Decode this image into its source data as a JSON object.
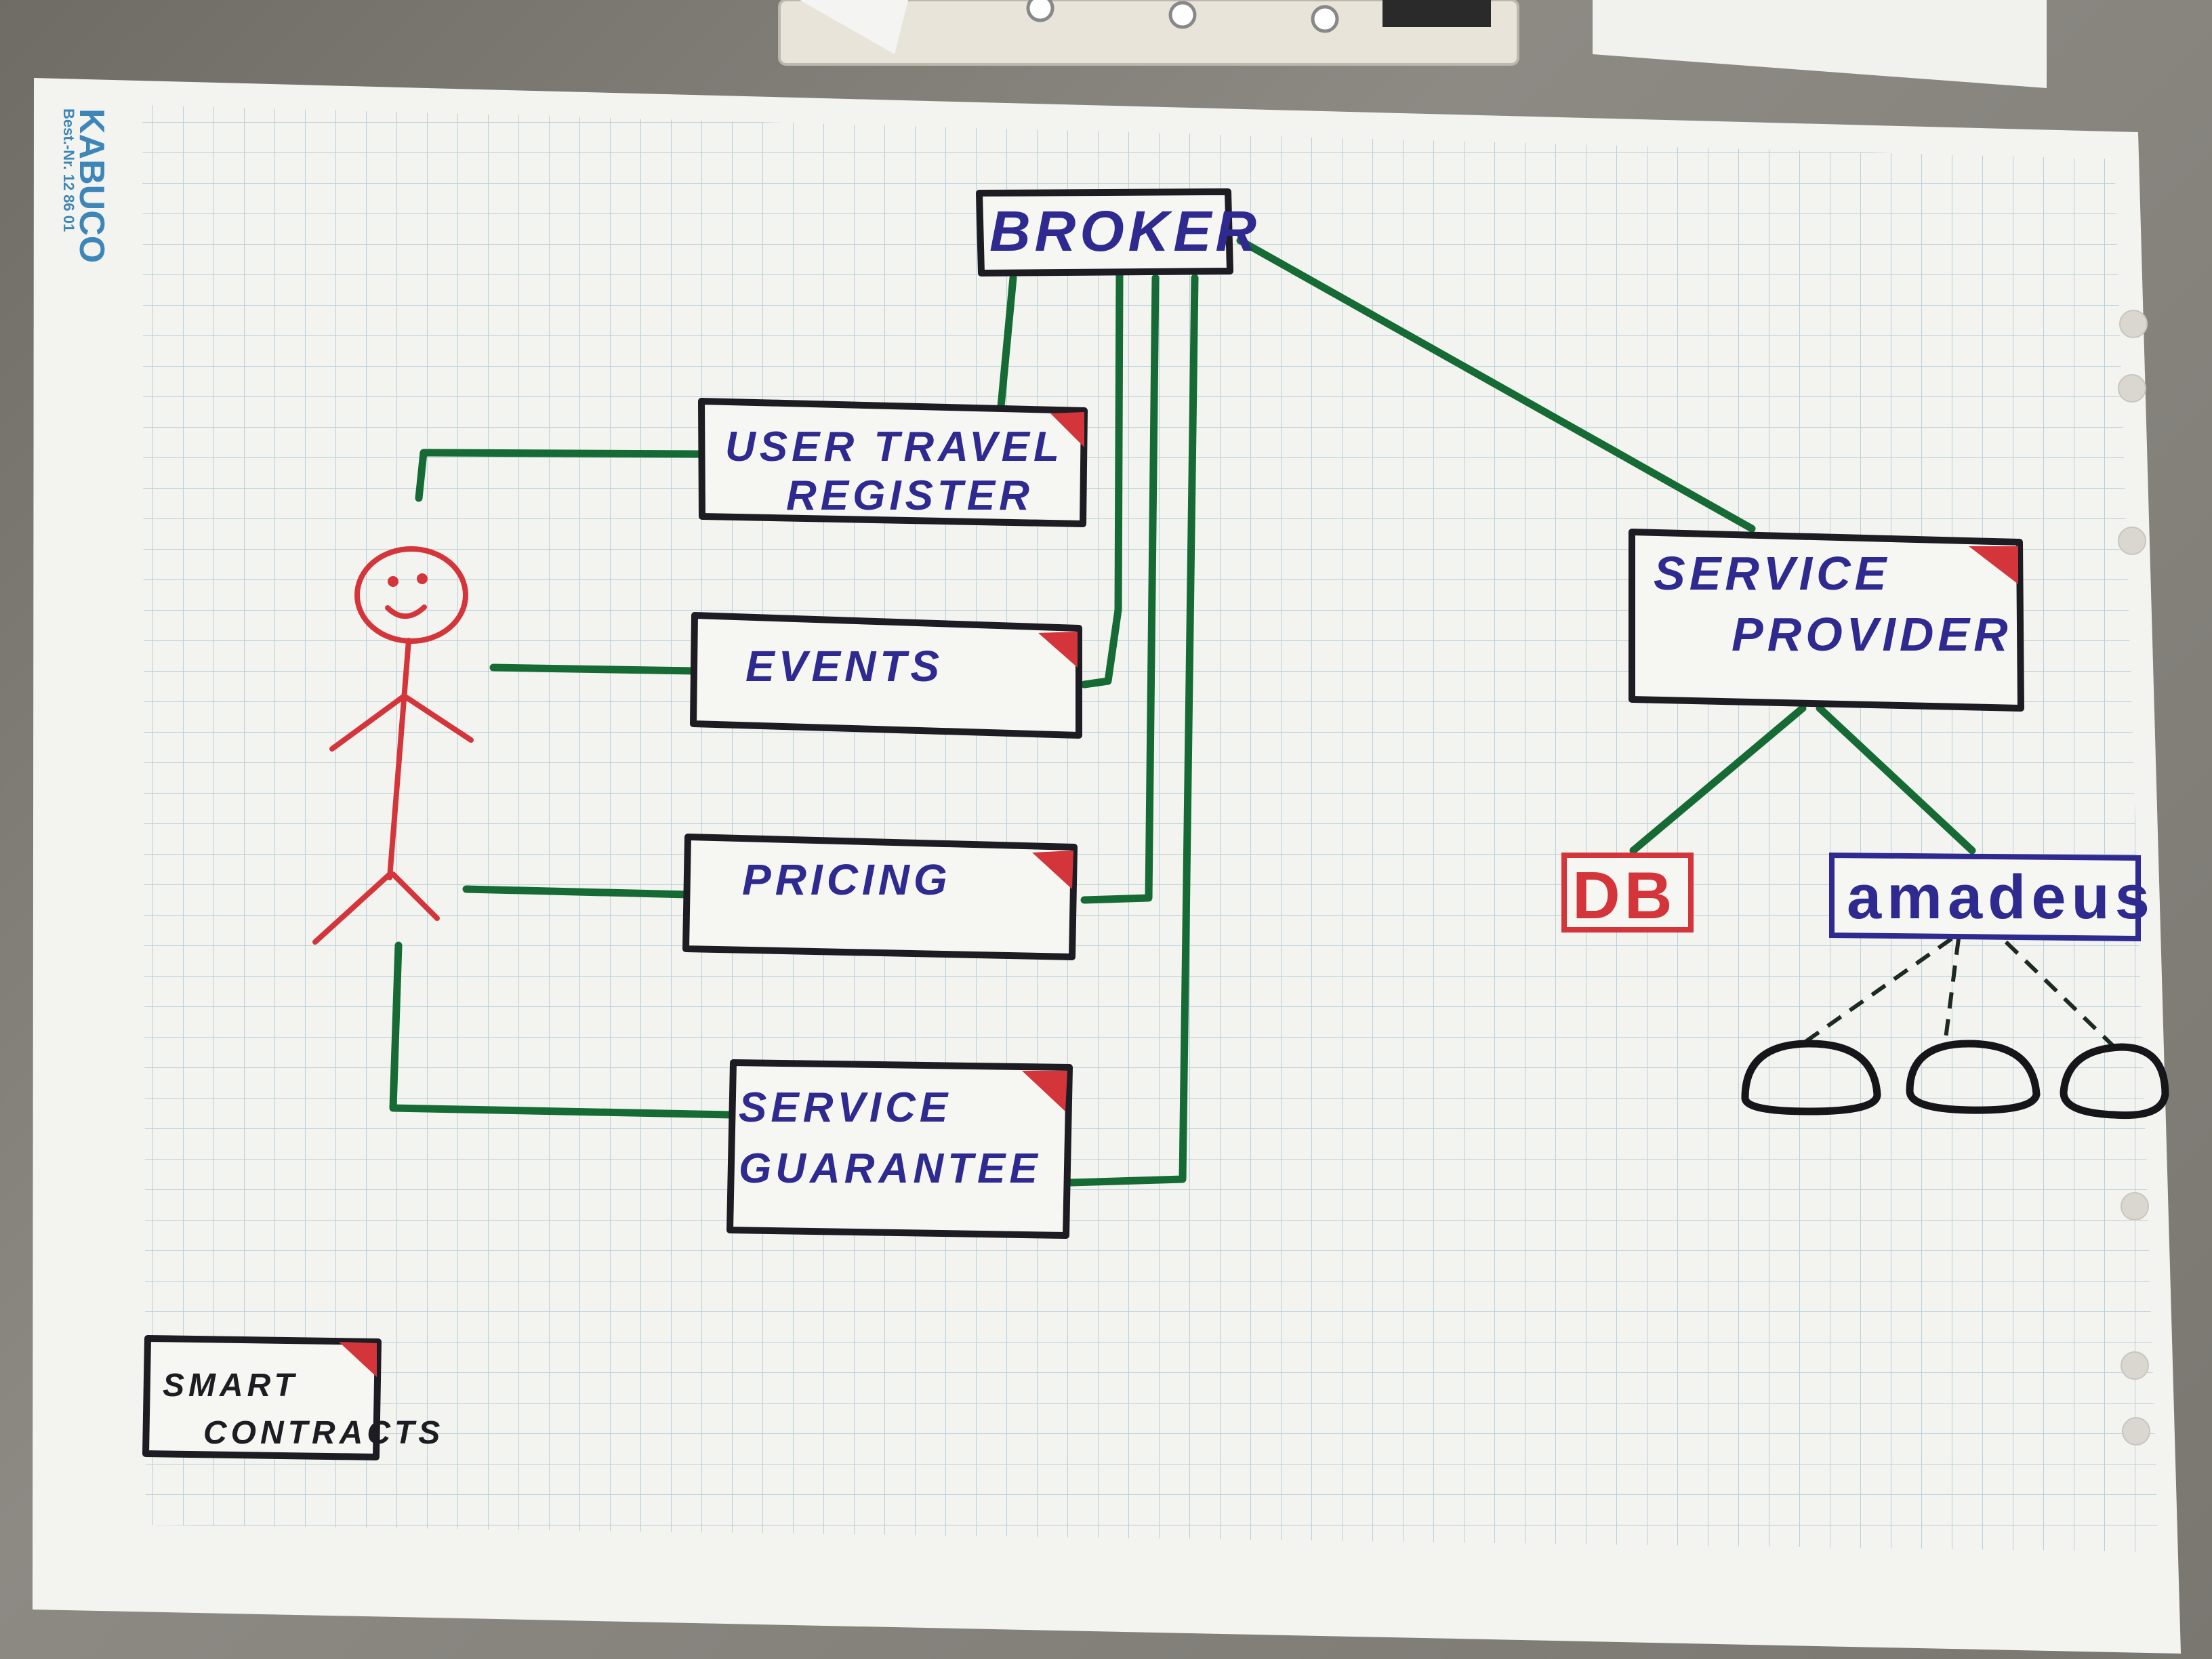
{
  "paper": {
    "brand": "KABUCO",
    "brand_sub": "Best.-Nr. 12 86 01"
  },
  "nodes": {
    "broker": "BROKER",
    "user_travel_register": [
      "USER TRAVEL",
      "REGISTER"
    ],
    "events": "EVENTS",
    "pricing": "PRICING",
    "service_guarantee": [
      "SERVICE",
      "GUARANTEE"
    ],
    "service_provider": [
      "SERVICE",
      "PROVIDER"
    ],
    "db": "DB",
    "amadeus": "amadeus",
    "smart_contracts": [
      "SMART",
      "CONTRACTS"
    ]
  },
  "colors": {
    "ink_blue": "#2e2a8f",
    "ink_black": "#1c1c22",
    "ink_green": "#166a34",
    "ink_red": "#d4353b",
    "paper": "#f3f3f0",
    "grid": "#b9cfd9"
  },
  "icons": [
    "stick-figure-person-icon",
    "corner-flag-icon",
    "provider-node-icon"
  ]
}
